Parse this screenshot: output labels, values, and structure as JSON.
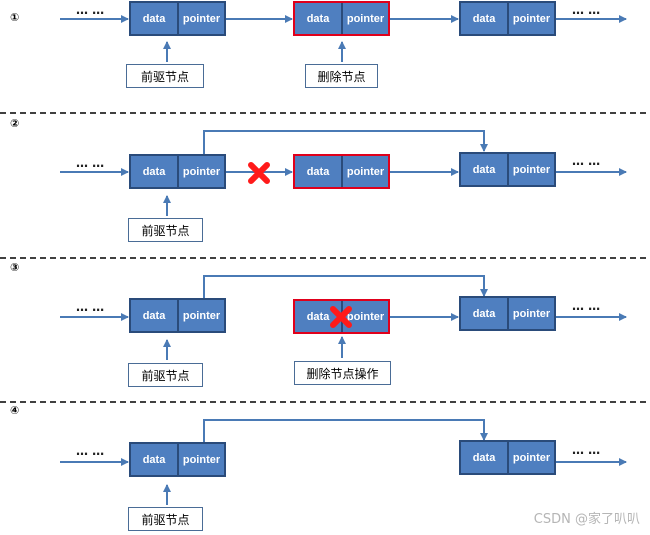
{
  "steps": [
    {
      "number": "①",
      "nodes": [
        {
          "data": "data",
          "pointer": "pointer",
          "highlighted": false
        },
        {
          "data": "data",
          "pointer": "pointer",
          "highlighted": true
        },
        {
          "data": "data",
          "pointer": "pointer",
          "highlighted": false
        }
      ],
      "labels": [
        "前驱节点",
        "删除节点"
      ],
      "ellipsis": "… …"
    },
    {
      "number": "②",
      "nodes": [
        {
          "data": "data",
          "pointer": "pointer",
          "highlighted": false
        },
        {
          "data": "data",
          "pointer": "pointer",
          "highlighted": true
        },
        {
          "data": "data",
          "pointer": "pointer",
          "highlighted": false
        }
      ],
      "labels": [
        "前驱节点"
      ],
      "ellipsis": "… …"
    },
    {
      "number": "③",
      "nodes": [
        {
          "data": "data",
          "pointer": "pointer",
          "highlighted": false
        },
        {
          "data": "data",
          "pointer": "pointer",
          "highlighted": true
        },
        {
          "data": "data",
          "pointer": "pointer",
          "highlighted": false
        }
      ],
      "labels": [
        "前驱节点",
        "删除节点操作"
      ],
      "ellipsis": "… …"
    },
    {
      "number": "④",
      "nodes": [
        {
          "data": "data",
          "pointer": "pointer",
          "highlighted": false
        },
        {
          "data": "data",
          "pointer": "pointer",
          "highlighted": false
        }
      ],
      "labels": [
        "前驱节点"
      ],
      "ellipsis": "… …"
    }
  ],
  "watermark": "CSDN @家了叭叭",
  "colors": {
    "node_fill": "#4f7fc0",
    "node_border": "#2a4b7a",
    "highlight_border": "#e0001b",
    "arrow": "#4a7ab5",
    "x_mark": "#ff1a1a",
    "divider": "#000000"
  }
}
